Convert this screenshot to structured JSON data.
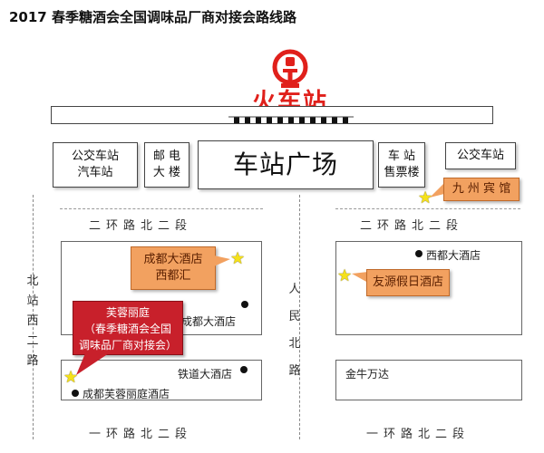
{
  "title": "2017 春季糖酒会全国调味品厂商对接会路线路",
  "station": {
    "name": "火车站",
    "logo_icon": "railway-logo-icon",
    "color": "#e0201b"
  },
  "top_buildings": {
    "bus_station_left": [
      "公交车站",
      "汽车站"
    ],
    "post_office": [
      "邮 电",
      "大 楼"
    ],
    "square": "车站广场",
    "ticket_office": [
      "车 站",
      "售票楼"
    ],
    "bus_station_right": "公交车站"
  },
  "roads": {
    "north_ring_top_left": "二环路北二段",
    "north_ring_top_right": "二环路北二段",
    "bottom_left": "一环路北二段",
    "bottom_right": "一环路北二段",
    "west_road": [
      "北",
      "站",
      "西",
      "二",
      "路"
    ],
    "renmin_road": [
      "人",
      "民",
      "北",
      "路"
    ]
  },
  "callouts": {
    "jiuzhou": "九 州 宾 馆",
    "chengdu_hotel": [
      "成都大酒店",
      "西都汇"
    ],
    "youyuan": "友源假日酒店",
    "furong": [
      "芙蓉丽庭",
      "（春季糖酒会全国",
      "调味品厂商对接会）"
    ]
  },
  "places": {
    "chengdu_hotel_left": "成都大酒店",
    "tielu_hotel": "铁道大酒店",
    "furong_hotel": "成都芙蓉丽庭酒店",
    "xidu_hotel": "西都大酒店",
    "jinniu_wanda": "金牛万达"
  },
  "colors": {
    "orange": "#f2a160",
    "red": "#c8202b",
    "star": "#f5e11a"
  }
}
